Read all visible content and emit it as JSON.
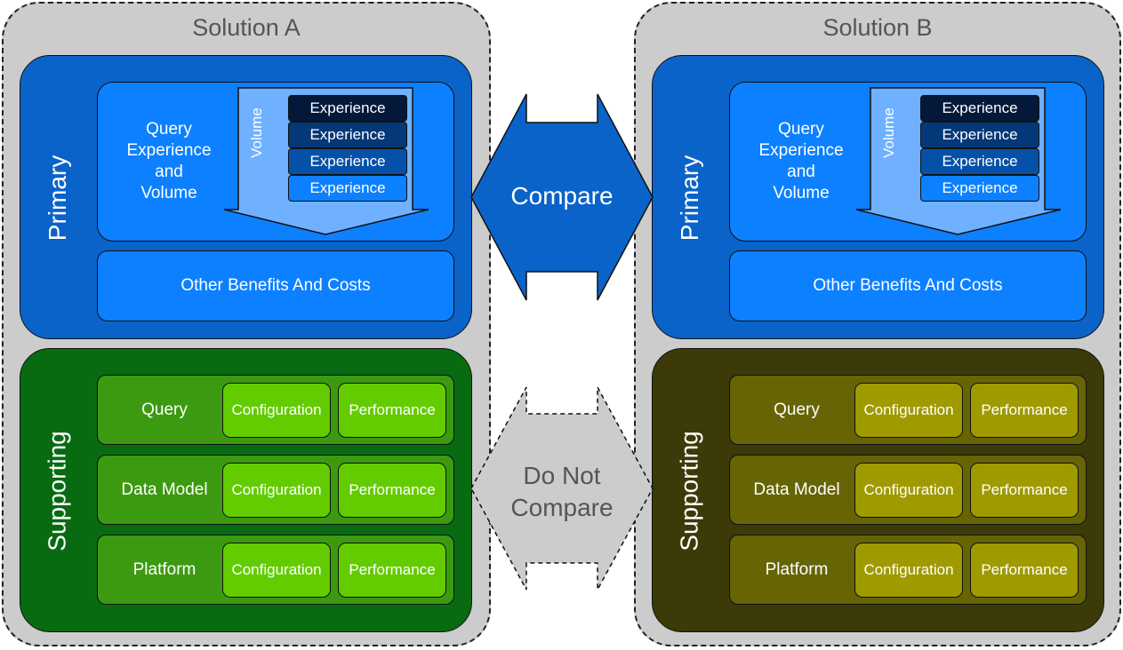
{
  "solutions": [
    {
      "title": "Solution A",
      "primary": {
        "label": "Primary",
        "query_label": "Query\nExperience\nand\nVolume",
        "volume_label": "Volume",
        "experiences": [
          "Experience",
          "Experience",
          "Experience",
          "Experience"
        ],
        "other": "Other Benefits And Costs"
      },
      "supporting": {
        "label": "Supporting",
        "rows": [
          {
            "label": "Query",
            "config": "Configuration",
            "perf": "Performance"
          },
          {
            "label": "Data Model",
            "config": "Configuration",
            "perf": "Performance"
          },
          {
            "label": "Platform",
            "config": "Configuration",
            "perf": "Performance"
          }
        ]
      }
    },
    {
      "title": "Solution B",
      "primary": {
        "label": "Primary",
        "query_label": "Query\nExperience\nand\nVolume",
        "volume_label": "Volume",
        "experiences": [
          "Experience",
          "Experience",
          "Experience",
          "Experience"
        ],
        "other": "Other Benefits And Costs"
      },
      "supporting": {
        "label": "Supporting",
        "rows": [
          {
            "label": "Query",
            "config": "Configuration",
            "perf": "Performance"
          },
          {
            "label": "Data Model",
            "config": "Configuration",
            "perf": "Performance"
          },
          {
            "label": "Platform",
            "config": "Configuration",
            "perf": "Performance"
          }
        ]
      }
    }
  ],
  "compare_label": "Compare",
  "do_not_compare_label": "Do Not\nCompare",
  "colors": {
    "experience_shades": [
      "#04193a",
      "#053878",
      "#0651a8",
      "#0d80ff"
    ]
  }
}
